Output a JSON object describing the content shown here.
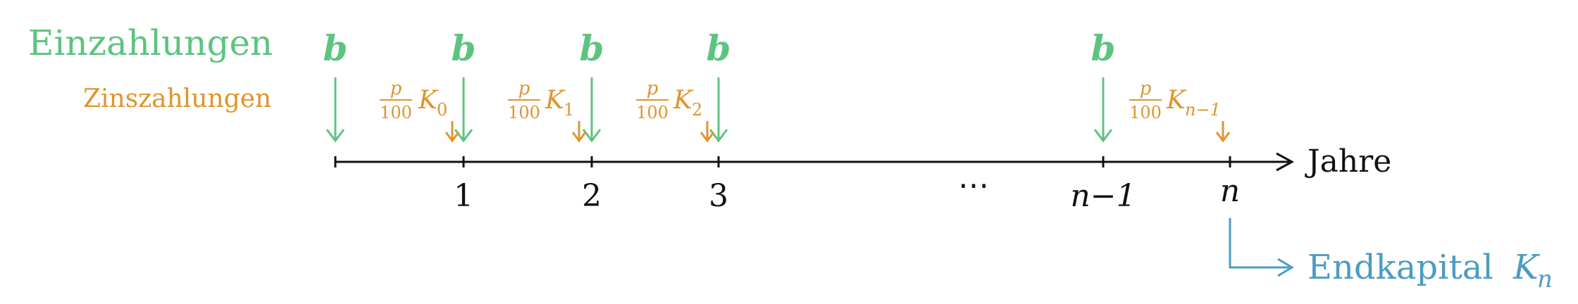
{
  "colors": {
    "green": "#5DC480",
    "orange": "#E0952C",
    "blue": "#4C9CC2",
    "axis": "#111111"
  },
  "legend": {
    "deposits": "Einzahlungen",
    "interest": "Zinszahlungen"
  },
  "axis": {
    "label": "Jahre",
    "ticks": [
      "",
      "1",
      "2",
      "3",
      "n−1",
      "n"
    ],
    "dots": "⋯"
  },
  "deposit_symbol": "b",
  "interest_terms": [
    {
      "num": "p",
      "den": "100",
      "k": "K",
      "sub": "0"
    },
    {
      "num": "p",
      "den": "100",
      "k": "K",
      "sub": "1"
    },
    {
      "num": "p",
      "den": "100",
      "k": "K",
      "sub": "2"
    },
    {
      "num": "p",
      "den": "100",
      "k": "K",
      "sub": "n−1"
    }
  ],
  "final": {
    "label": "Endkapital",
    "symbol": "K",
    "sub": "n"
  }
}
